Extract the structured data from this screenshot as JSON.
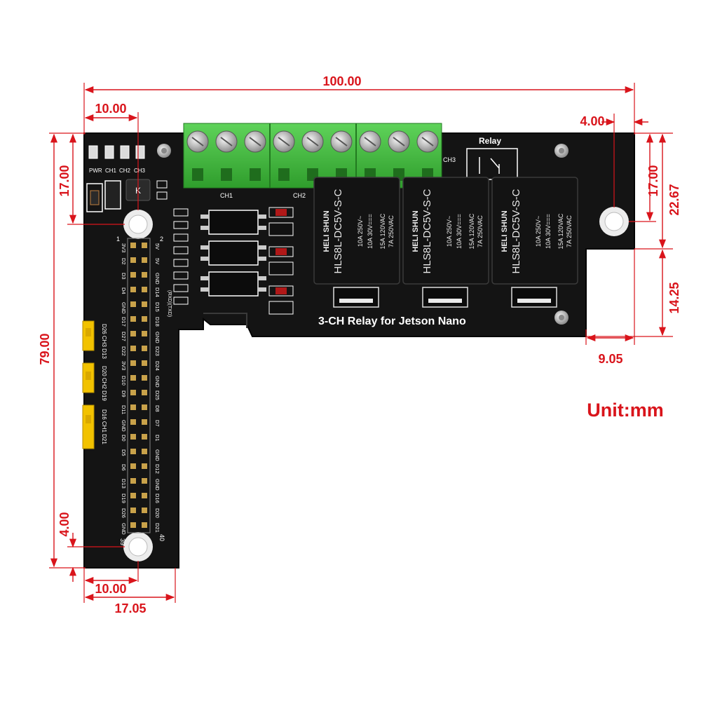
{
  "dimensions": {
    "board_width": "100.00",
    "top_left_offset": "10.00",
    "top_right_offset": "4.00",
    "left_hole_height": "17.00",
    "right_hole_height": "17.00",
    "right_total_height": "22.67",
    "right_lower_height": "14.25",
    "right_lower_width": "9.05",
    "total_height": "79.00",
    "bottom_hole_height": "4.00",
    "bottom_left_offset": "10.00",
    "bottom_width": "17.05"
  },
  "unit_label": "Unit:mm",
  "board": {
    "title": "3-CH Relay for Jetson Nano",
    "relay_label": "Relay",
    "led_labels": [
      "PWR",
      "CH1",
      "CH2",
      "CH3"
    ],
    "terminal_labels": [
      "CH1",
      "CH2",
      "CH3"
    ],
    "relay_brand": "HELI SHUN",
    "relay_model": "HLS8L-DC5V-S-C",
    "relay_rating_1": "10A 250V~",
    "relay_rating_2": "10A 30V===",
    "relay_rating_3": "15A 120VAC",
    "relay_rating_4": "7A 250VAC",
    "header_pin_left_top": "1",
    "header_pin_right_top": "2",
    "header_pin_left_bottom": "39",
    "header_pin_right_bottom": "40",
    "header_inner_labels": [
      "3V3",
      "D2",
      "D3",
      "D4",
      "GND",
      "D17",
      "D27",
      "D22",
      "3V3",
      "D10",
      "D9",
      "D11",
      "GND",
      "D0",
      "D5",
      "D6",
      "D13",
      "D19",
      "D26",
      "GND"
    ],
    "header_outer_labels": [
      "5V",
      "5V",
      "GND",
      "D14",
      "D15",
      "D18",
      "GND",
      "D23",
      "D24",
      "GND",
      "D25",
      "D8",
      "D7",
      "D1",
      "GND",
      "D12",
      "GND",
      "D16",
      "D20",
      "D21"
    ],
    "header_uart_label": "(RXD)(TXD)",
    "jumper_labels": [
      "D26 CH3 D13",
      "D20 CH2 D19",
      "D16 CH1 D21"
    ]
  }
}
